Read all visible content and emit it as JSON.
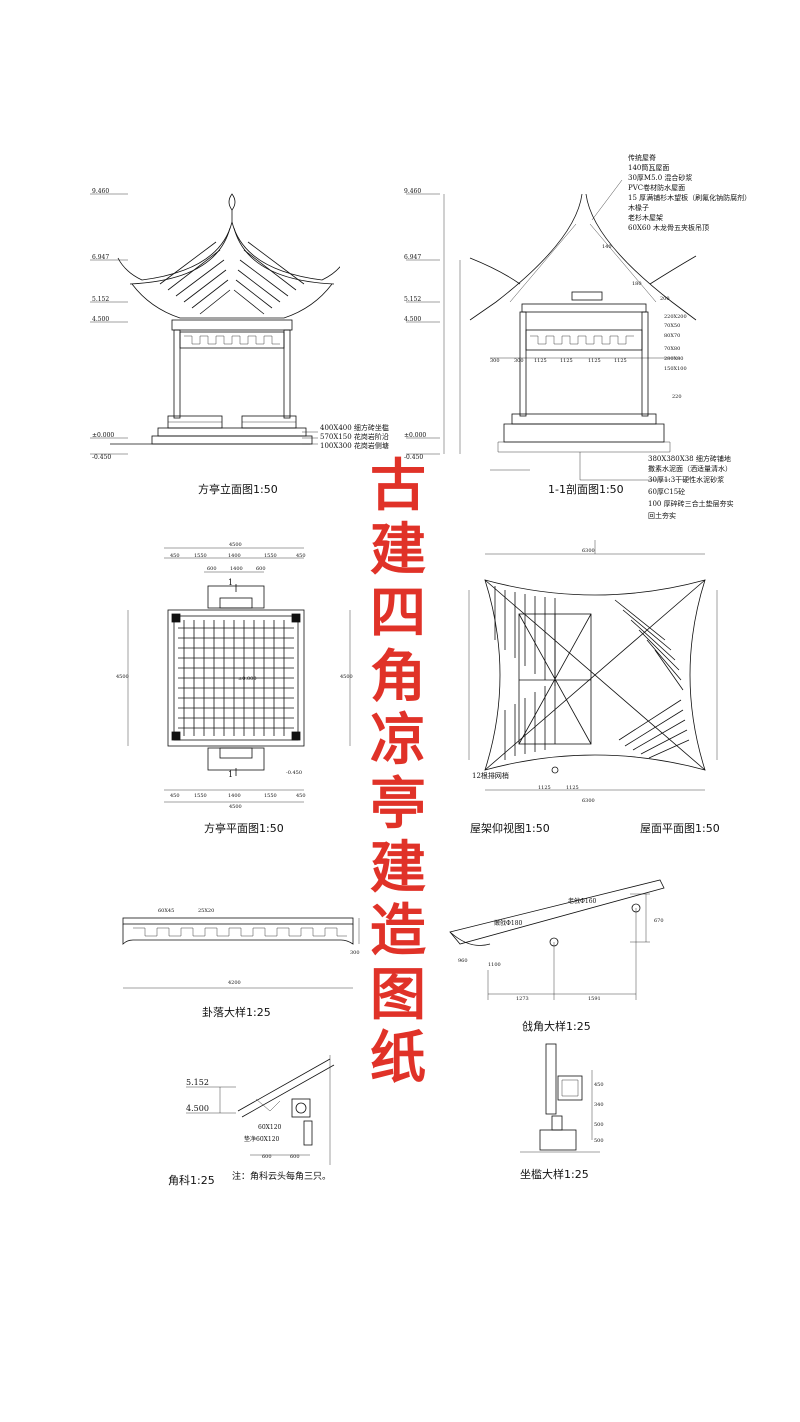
{
  "title_chars": [
    "古",
    "建",
    "四",
    "角",
    "凉",
    "亭",
    "建",
    "造",
    "图",
    "纸"
  ],
  "captions": {
    "elevation": "方亭立面图1:50",
    "section": "1-1剖面图1:50",
    "plan": "方亭平面图1:50",
    "roof_frame": "屋架仰视图1:50",
    "roof_plan": "屋面平面图1:50",
    "gualuo": "卦落大样1:25",
    "qiangjiao": "戗角大样1:25",
    "jiaoke": "角科1:25",
    "zuojian": "坐槛大样1:25",
    "jiaoke_note": "注：角科云头每角三只。"
  },
  "elevation_levels": [
    "9.460",
    "6.947",
    "5.152",
    "4.500",
    "±0.000",
    "-0.450"
  ],
  "elevation_notes": [
    "400X400 细方砖坐槛",
    "570X150 花岗岩阶沿",
    "100X300 花岗岩侧塘"
  ],
  "section_levels": [
    "9.460",
    "6.947",
    "5.152",
    "4.500",
    "±0.000",
    "-0.450"
  ],
  "section_roof_notes": [
    "传统屋脊",
    "140筒瓦屋面",
    "30厚M5.0 混合砂浆",
    "PVC卷材防水屋面",
    "15 厚满铺杉木望板（刷氟化钠防腐剂）",
    "木椽子",
    "老杉木屋架",
    "60X60 木龙骨五夹板吊顶"
  ],
  "section_floor_notes": [
    "380X380X38 细方砖铺地",
    "撒素水泥面（洒适量清水）",
    "30厚1:3干硬性水泥砂浆",
    "60厚C15砼",
    "100 厚碎砖三合土垫层夯实",
    "回土夯实"
  ],
  "section_dims": [
    "1125",
    "1125",
    "1125",
    "1125",
    "300",
    "300",
    "220",
    "200",
    "180",
    "140",
    "220X200",
    "70X50",
    "80X70",
    "70X80",
    "280X80",
    "150X100"
  ],
  "plan_dims_top": [
    "4500",
    "450",
    "1550",
    "1400",
    "1550",
    "450",
    "600",
    "1400",
    "600"
  ],
  "plan_dims_bottom": [
    "450",
    "1550",
    "1400",
    "1550",
    "450",
    "4500"
  ],
  "plan_side_dims": [
    "4500",
    "4500"
  ],
  "plan_labels": [
    "1",
    "1",
    "±0.000",
    "-0.450"
  ],
  "roof_frame_dims": [
    "6300",
    "1125",
    "1125",
    "6300"
  ],
  "roof_frame_label": "12根排网梢",
  "gualuo_labels": [
    "60X45",
    "25X20",
    "4200",
    "300"
  ],
  "qiangjiao_labels": [
    "嫩戗Φ180",
    "老戗Φ160",
    "1273",
    "1591",
    "670",
    "960",
    "1100"
  ],
  "jiaoke_levels": [
    "5.152",
    "4.500"
  ],
  "jiaoke_labels": [
    "60X120",
    "垫净60X120",
    "600",
    "600"
  ],
  "zuojian_labels": [
    "450",
    "340",
    "500",
    "500"
  ]
}
